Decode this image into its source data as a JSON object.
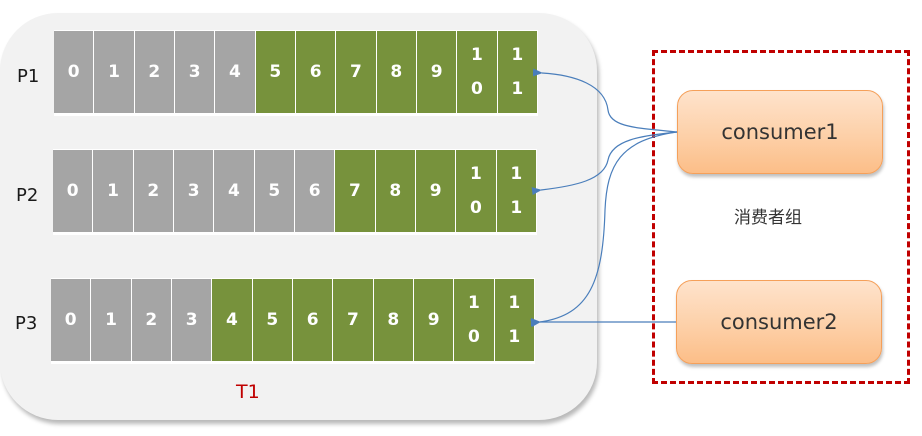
{
  "topic": {
    "name": "T1",
    "partitions": [
      {
        "label": "P1",
        "offsets": [
          "0",
          "1",
          "2",
          "3",
          "4",
          "5",
          "6",
          "7",
          "8",
          "9",
          "10",
          "11"
        ],
        "consumed_count": 5
      },
      {
        "label": "P2",
        "offsets": [
          "0",
          "1",
          "2",
          "3",
          "4",
          "5",
          "6",
          "7",
          "8",
          "9",
          "10",
          "11"
        ],
        "consumed_count": 7
      },
      {
        "label": "P3",
        "offsets": [
          "0",
          "1",
          "2",
          "3",
          "4",
          "5",
          "6",
          "7",
          "8",
          "9",
          "10",
          "11"
        ],
        "consumed_count": 4
      }
    ]
  },
  "consumer_group": {
    "label": "消费者组",
    "consumers": [
      {
        "name": "consumer1",
        "assigned_partitions": [
          "P1",
          "P2",
          "P3"
        ]
      },
      {
        "name": "consumer2",
        "assigned_partitions": [
          "P3"
        ]
      }
    ]
  },
  "colors": {
    "consumed": "#a5a5a5",
    "pending": "#77923c",
    "topic_label": "#c00000",
    "group_border": "#c00000",
    "arrow": "#4a7ebb"
  }
}
